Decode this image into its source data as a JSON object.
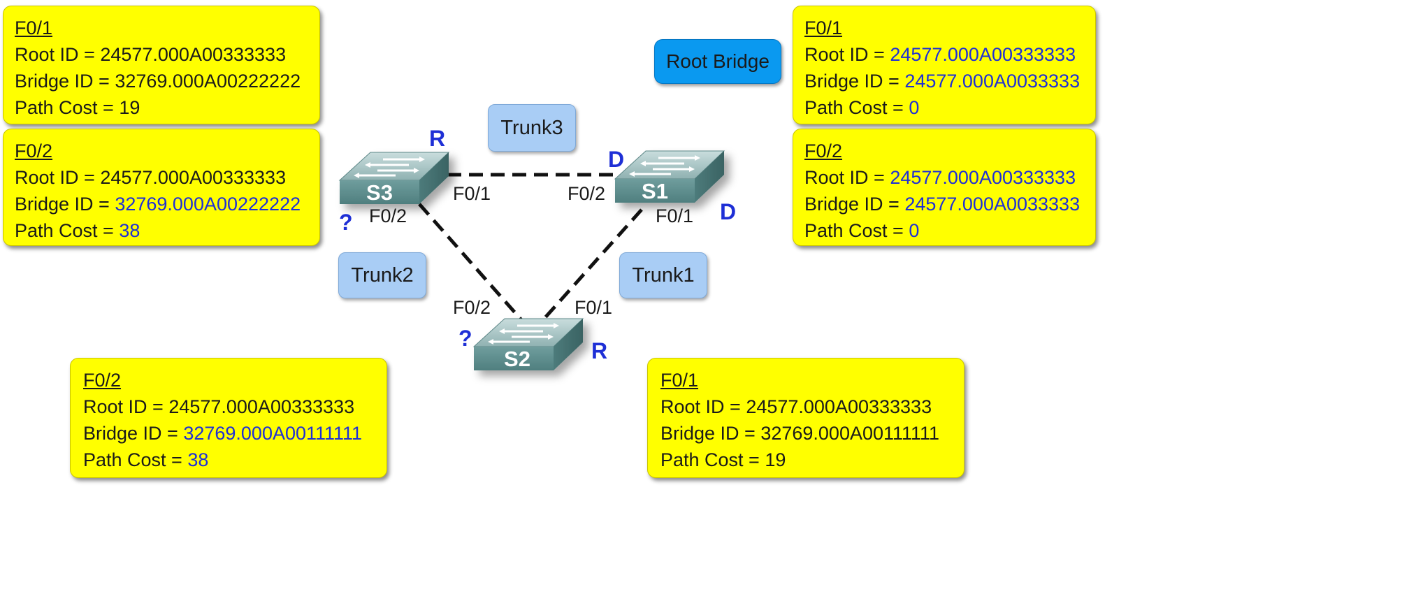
{
  "root_bridge_label": "Root Bridge",
  "trunks": {
    "trunk1": "Trunk1",
    "trunk2": "Trunk2",
    "trunk3": "Trunk3"
  },
  "switches": {
    "s1": "S1",
    "s2": "S2",
    "s3": "S3"
  },
  "port_labels": {
    "s3_f01": "F0/1",
    "s3_f02": "F0/2",
    "s1_f02": "F0/2",
    "s1_f01": "F0/1",
    "s2_f02": "F0/2",
    "s2_f01": "F0/1"
  },
  "port_roles": {
    "s3_top": "R",
    "s3_left": "?",
    "s1_top": "D",
    "s1_right": "D",
    "s2_left": "?",
    "s2_right": "R"
  },
  "boxes": {
    "s3_f01": {
      "port": "F0/1",
      "root_label": "Root ID = ",
      "root_value": "24577.000A00333333",
      "bridge_label": "Bridge ID = ",
      "bridge_value": "32769.000A00222222",
      "cost_label": "Path Cost = ",
      "cost_value": "19"
    },
    "s3_f02": {
      "port": "F0/2",
      "root_label": "Root ID = ",
      "root_value": "24577.000A00333333",
      "bridge_label": "Bridge ID = ",
      "bridge_value": "32769.000A00222222",
      "cost_label": "Path Cost = ",
      "cost_value": "38"
    },
    "s1_f01": {
      "port": "F0/1",
      "root_label": "Root ID = ",
      "root_value": "24577.000A00333333",
      "bridge_label": "Bridge ID = ",
      "bridge_value": "24577.000A0033333",
      "cost_label": "Path Cost = ",
      "cost_value": "0"
    },
    "s1_f02": {
      "port": "F0/2",
      "root_label": "Root ID = ",
      "root_value": "24577.000A00333333",
      "bridge_label": "Bridge ID = ",
      "bridge_value": "24577.000A0033333",
      "cost_label": "Path Cost = ",
      "cost_value": "0"
    },
    "s2_f02": {
      "port": "F0/2",
      "root_label": "Root ID = ",
      "root_value": "24577.000A00333333",
      "bridge_label": "Bridge ID = ",
      "bridge_value": "32769.000A00111111",
      "cost_label": "Path Cost = ",
      "cost_value": "38"
    },
    "s2_f01": {
      "port": "F0/1",
      "root_label": "Root ID = ",
      "root_value": "24577.000A00333333",
      "bridge_label": "Bridge ID = ",
      "bridge_value": "32769.000A00111111",
      "cost_label": "Path Cost = ",
      "cost_value": "19"
    }
  },
  "colors": {
    "info_box": "#ffff00",
    "trunk_label": "#a9cdf5",
    "root_bridge": "#0a99f0",
    "highlight_value": "#1e2fd6",
    "switch_body": "#5f8e8e"
  }
}
